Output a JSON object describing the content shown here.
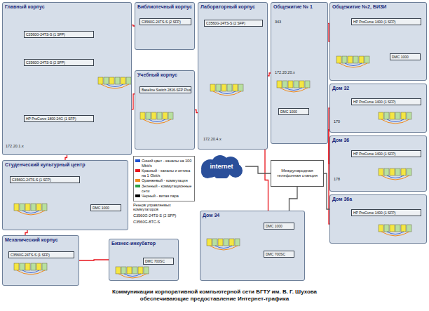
{
  "diagram": {
    "caption": "Коммуникации корпоративной компьютерной сети БГТУ им. В. Г. Шухова обеспечивающие предоставление Интернет-трафика",
    "nodes": [
      {
        "text": [
          "Главный корпус"
        ]
      },
      {
        "text": [
          "C3560G-24TS-S (1 SFP)"
        ],
        "in": 0
      },
      {
        "text": [
          "C3560G-24TS-S (2 SFP)"
        ],
        "in": 0
      },
      {
        "text": [
          "HP ProCurve 1800-24G (1 SFP)"
        ],
        "in": 0
      },
      {
        "text": [
          "Библиотечный корпус"
        ]
      },
      {
        "text": [
          "C3560G-24TS-S (2 SFP)"
        ],
        "in": 4
      },
      {
        "text": [
          "Учебный корпус"
        ]
      },
      {
        "text": [
          "Baseline Switch 2816-SFP Plus"
        ],
        "in": 6
      },
      {
        "text": [
          "Лабораторный корпус"
        ]
      },
      {
        "text": [
          "C3560G-24TS-S (2 SFP)"
        ],
        "in": 8
      },
      {
        "text": [
          "Общежитие № 1"
        ]
      },
      {
        "text": [
          "DMC 1000"
        ],
        "in": 10
      },
      {
        "text": [
          "Общежитие №2, БИЗИ"
        ]
      },
      {
        "text": [
          "HP ProCurve 1400 (1 SFP)"
        ],
        "in": 12
      },
      {
        "text": [
          "DMC 1000"
        ],
        "in": 12
      },
      {
        "text": [
          "Дом 32"
        ]
      },
      {
        "text": [
          "HP ProCurve 1400 (1 SFP)"
        ],
        "in": 15
      },
      {
        "text": [
          "Дом 36"
        ]
      },
      {
        "text": [
          "HP ProCurve 1400 (1 SFP)"
        ],
        "in": 17
      },
      {
        "text": [
          "Дом 36а"
        ]
      },
      {
        "text": [
          "HP ProCurve 1400 (1 SFP)"
        ],
        "in": 19
      },
      {
        "text": [
          "Студенческий культурный центр"
        ]
      },
      {
        "text": [
          "C3560G-24TS-S (1 SFP)"
        ],
        "in": 21
      },
      {
        "text": [
          "DMC 1000"
        ],
        "in": 21
      },
      {
        "text": [
          "Международная телефонная станция"
        ]
      },
      {
        "text": [
          "internet"
        ]
      },
      {
        "text": [
          "Механический корпус"
        ]
      },
      {
        "text": [
          "C3560G-24TS-S (1 SFP)"
        ],
        "in": 26
      },
      {
        "text": [
          "Бизнес-инкубатор"
        ]
      },
      {
        "text": [
          "DMC 700SC"
        ],
        "in": 28
      },
      {
        "text": [
          "Дом 34"
        ]
      },
      {
        "text": [
          "DMC 1000"
        ],
        "in": 30
      },
      {
        "text": [
          "DMC 700SC"
        ],
        "in": 30
      }
    ],
    "edges": [
      {
        "from": 0,
        "to": 4,
        "arrow": "none"
      },
      {
        "from": 0,
        "to": 6,
        "arrow": "none"
      },
      {
        "from": 6,
        "to": 8,
        "arrow": "none"
      },
      {
        "from": 8,
        "to": 10,
        "arrow": "none"
      },
      {
        "from": 10,
        "to": 12,
        "arrow": "none"
      },
      {
        "from": 10,
        "to": 15,
        "arrow": "none"
      },
      {
        "from": 10,
        "to": 17,
        "arrow": "none"
      },
      {
        "from": 10,
        "to": 19,
        "arrow": "none"
      },
      {
        "from": 0,
        "to": 21,
        "arrow": "none"
      },
      {
        "from": 21,
        "to": 26,
        "arrow": "none"
      },
      {
        "from": 26,
        "to": 28,
        "arrow": "none"
      },
      {
        "from": 8,
        "to": 30,
        "arrow": "none"
      },
      {
        "from": 25,
        "to": 24,
        "arrow": "none"
      },
      {
        "from": 24,
        "to": 30,
        "arrow": "none"
      },
      {
        "from": 24,
        "to": 19,
        "arrow": "none"
      }
    ],
    "labels": [
      "343",
      "172.20.20.x",
      "170",
      "178",
      "172.20.1.x",
      "172.20.4.x",
      "Резерв управляемых коммутаторов",
      "C3560G-24TS-S (2 SFP)",
      "C3560G-8TC-S"
    ],
    "legend": [
      {
        "text": "Синий цвет - каналы на 100 Mbit/s",
        "color": "#1f4fd0"
      },
      {
        "text": "Красный - каналы и оптика на 1 Gbit/s",
        "color": "#e8141c"
      },
      {
        "text": "Оранжевый - коммутация",
        "color": "#f08a1c"
      },
      {
        "text": "Зеленый - коммутационные сети",
        "color": "#2aa046"
      },
      {
        "text": "Черный - витая пара",
        "color": "#000000"
      }
    ]
  }
}
